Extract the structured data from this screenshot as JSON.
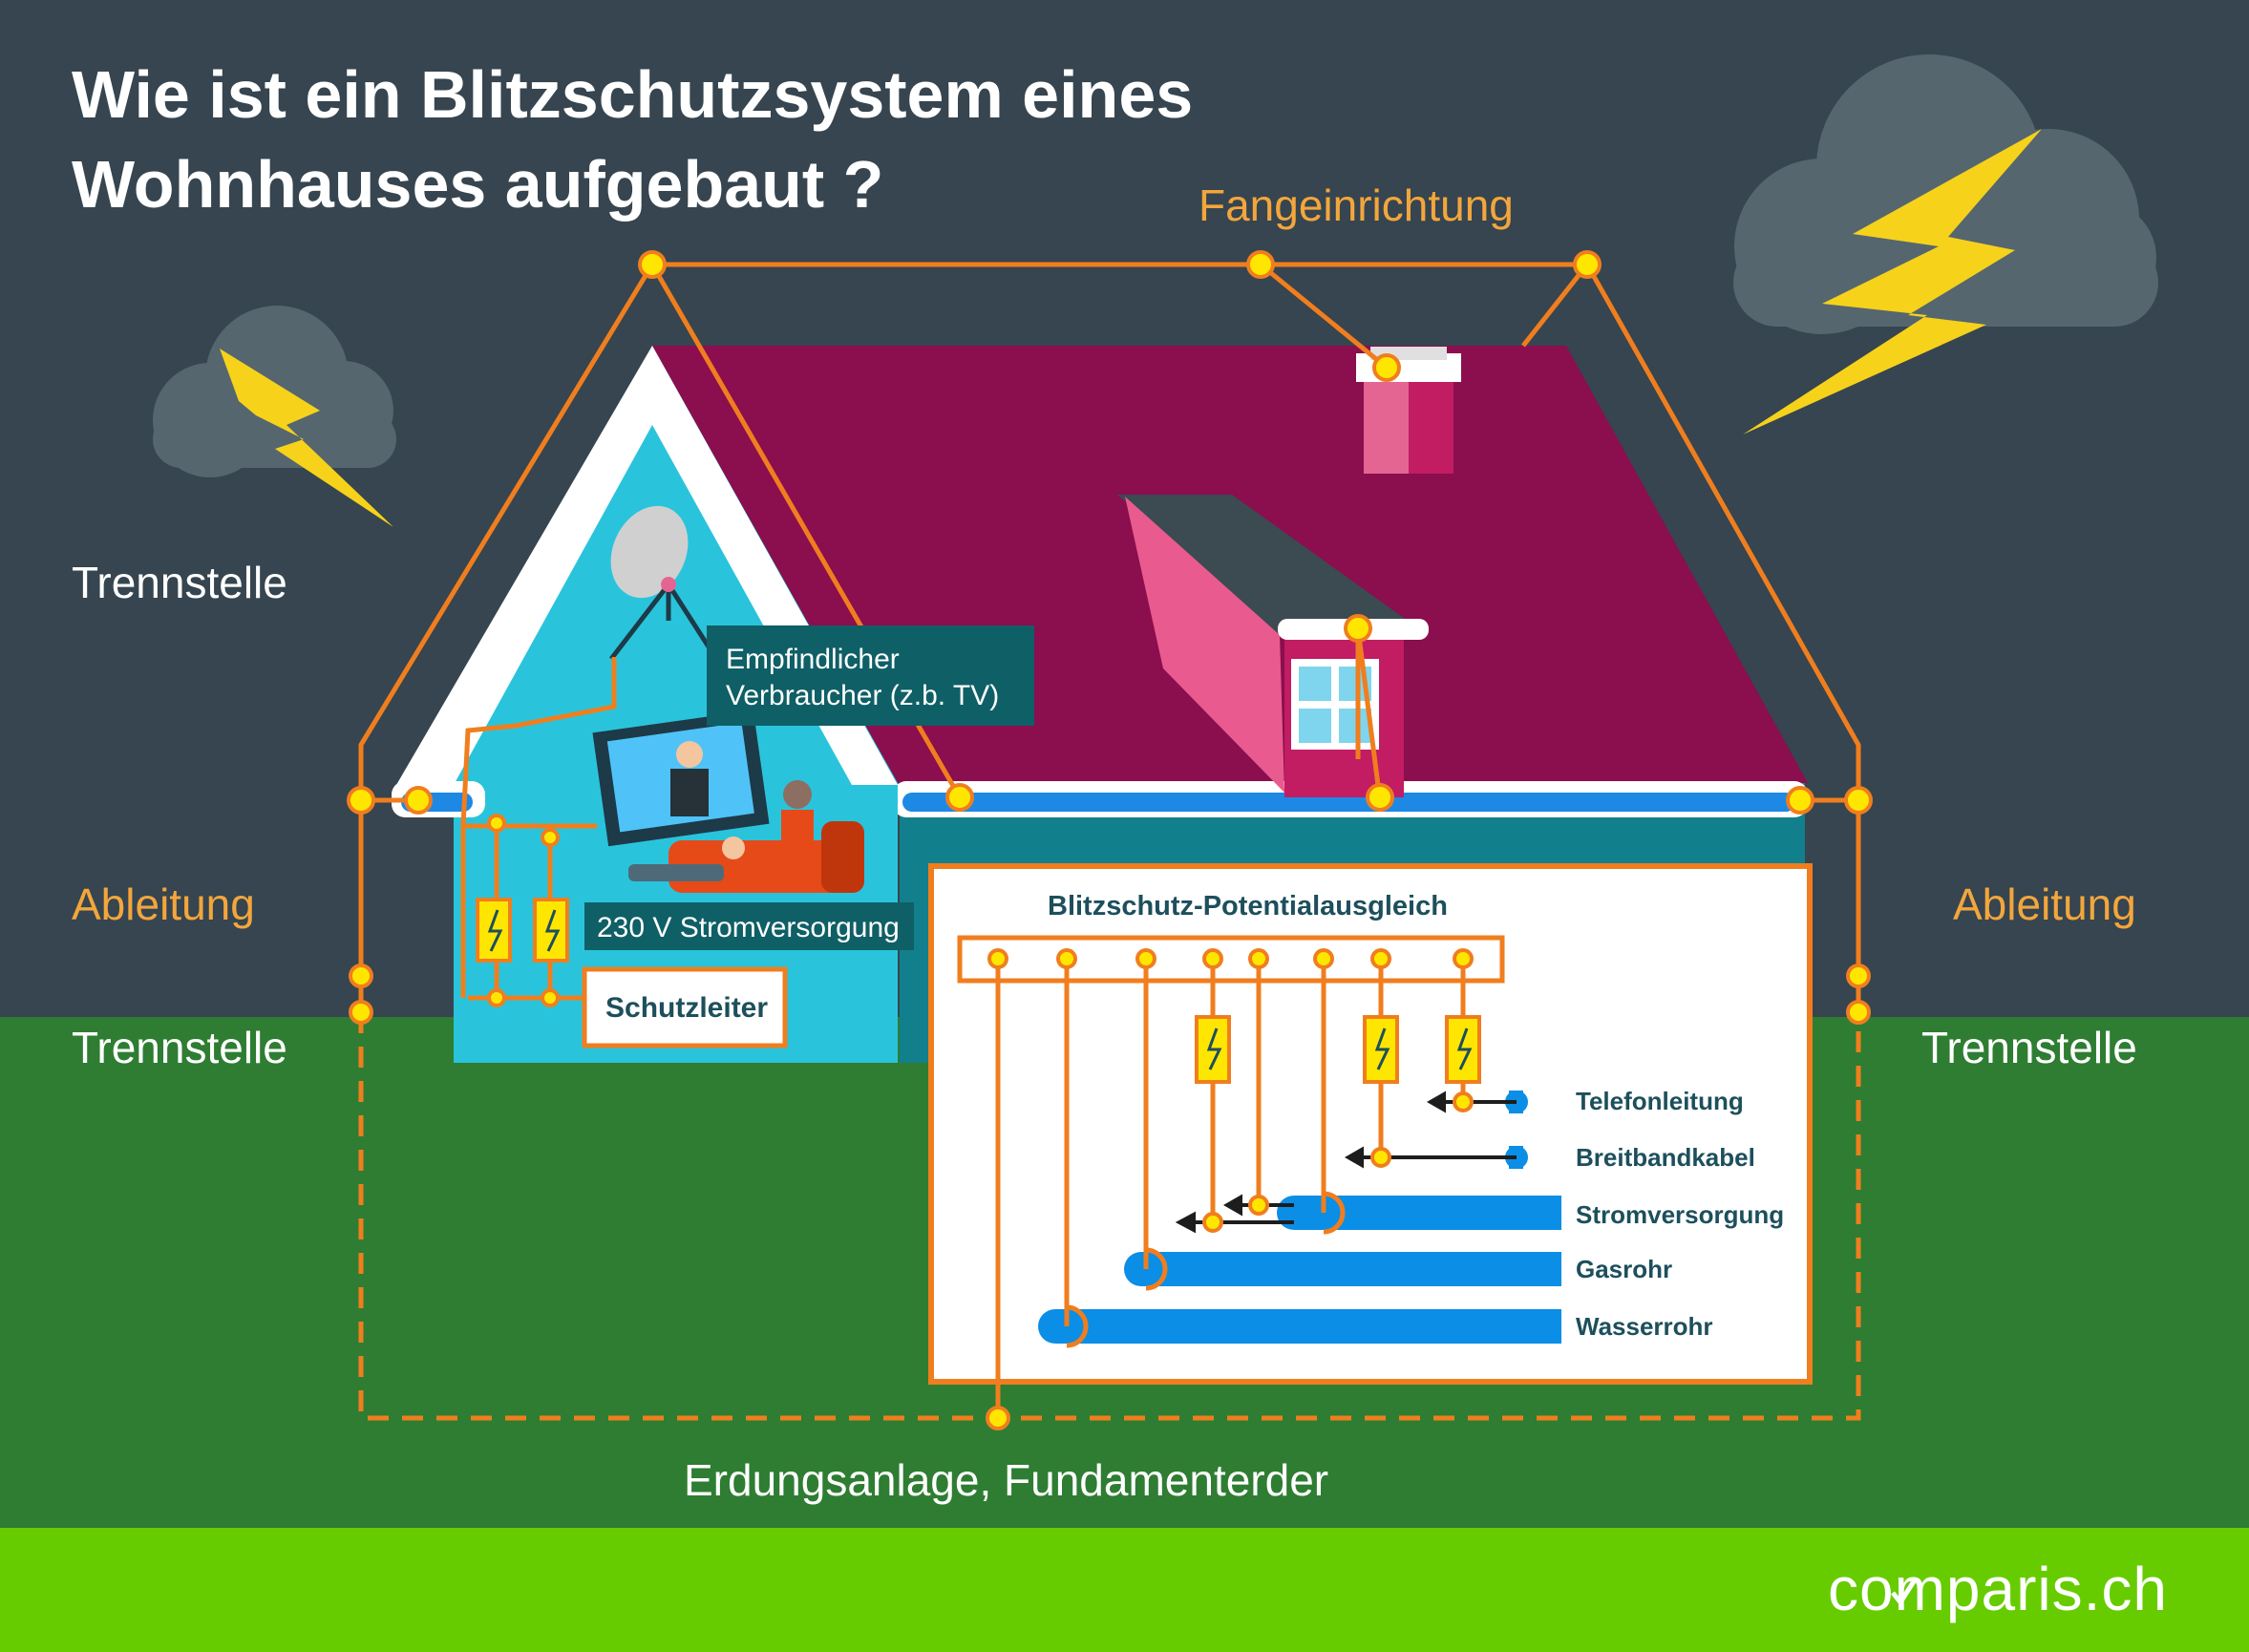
{
  "title_line1": "Wie ist ein Blitzschutzsystem eines",
  "title_line2": "Wohnhauses aufgebaut ?",
  "labels": {
    "fangeinrichtung": "Fangeinrichtung",
    "trennstelle_top_left": "Trennstelle",
    "ableitung_left": "Ableitung",
    "trennstelle_left": "Trennstelle",
    "ableitung_right": "Ableitung",
    "trennstelle_right": "Trennstelle",
    "erdung": "Erdungsanlage, Fundamenterder",
    "consumer_line1": "Empfindlicher",
    "consumer_line2": "Verbraucher (z.b. TV)",
    "power": "230 V Stromversorgung",
    "schutzleiter": "Schutzleiter",
    "potential_title": "Blitzschutz-Potentialausgleich"
  },
  "pipes": [
    "Telefonleitung",
    "Breitbandkabel",
    "Stromversorgung",
    "Gasrohr",
    "Wasserrohr"
  ],
  "logo": "comparis.ch",
  "colors": {
    "sky": "#36454f",
    "ground": "#2e7d32",
    "grass": "#66cc00",
    "roof": "#8b0e4f",
    "wall_gable": "#29c4dc",
    "wall_side": "#127f8c",
    "conductor": "#f07e1e",
    "node": "#ffe600",
    "pipe": "#0a8ee6",
    "text_orange": "#f3a63c"
  }
}
